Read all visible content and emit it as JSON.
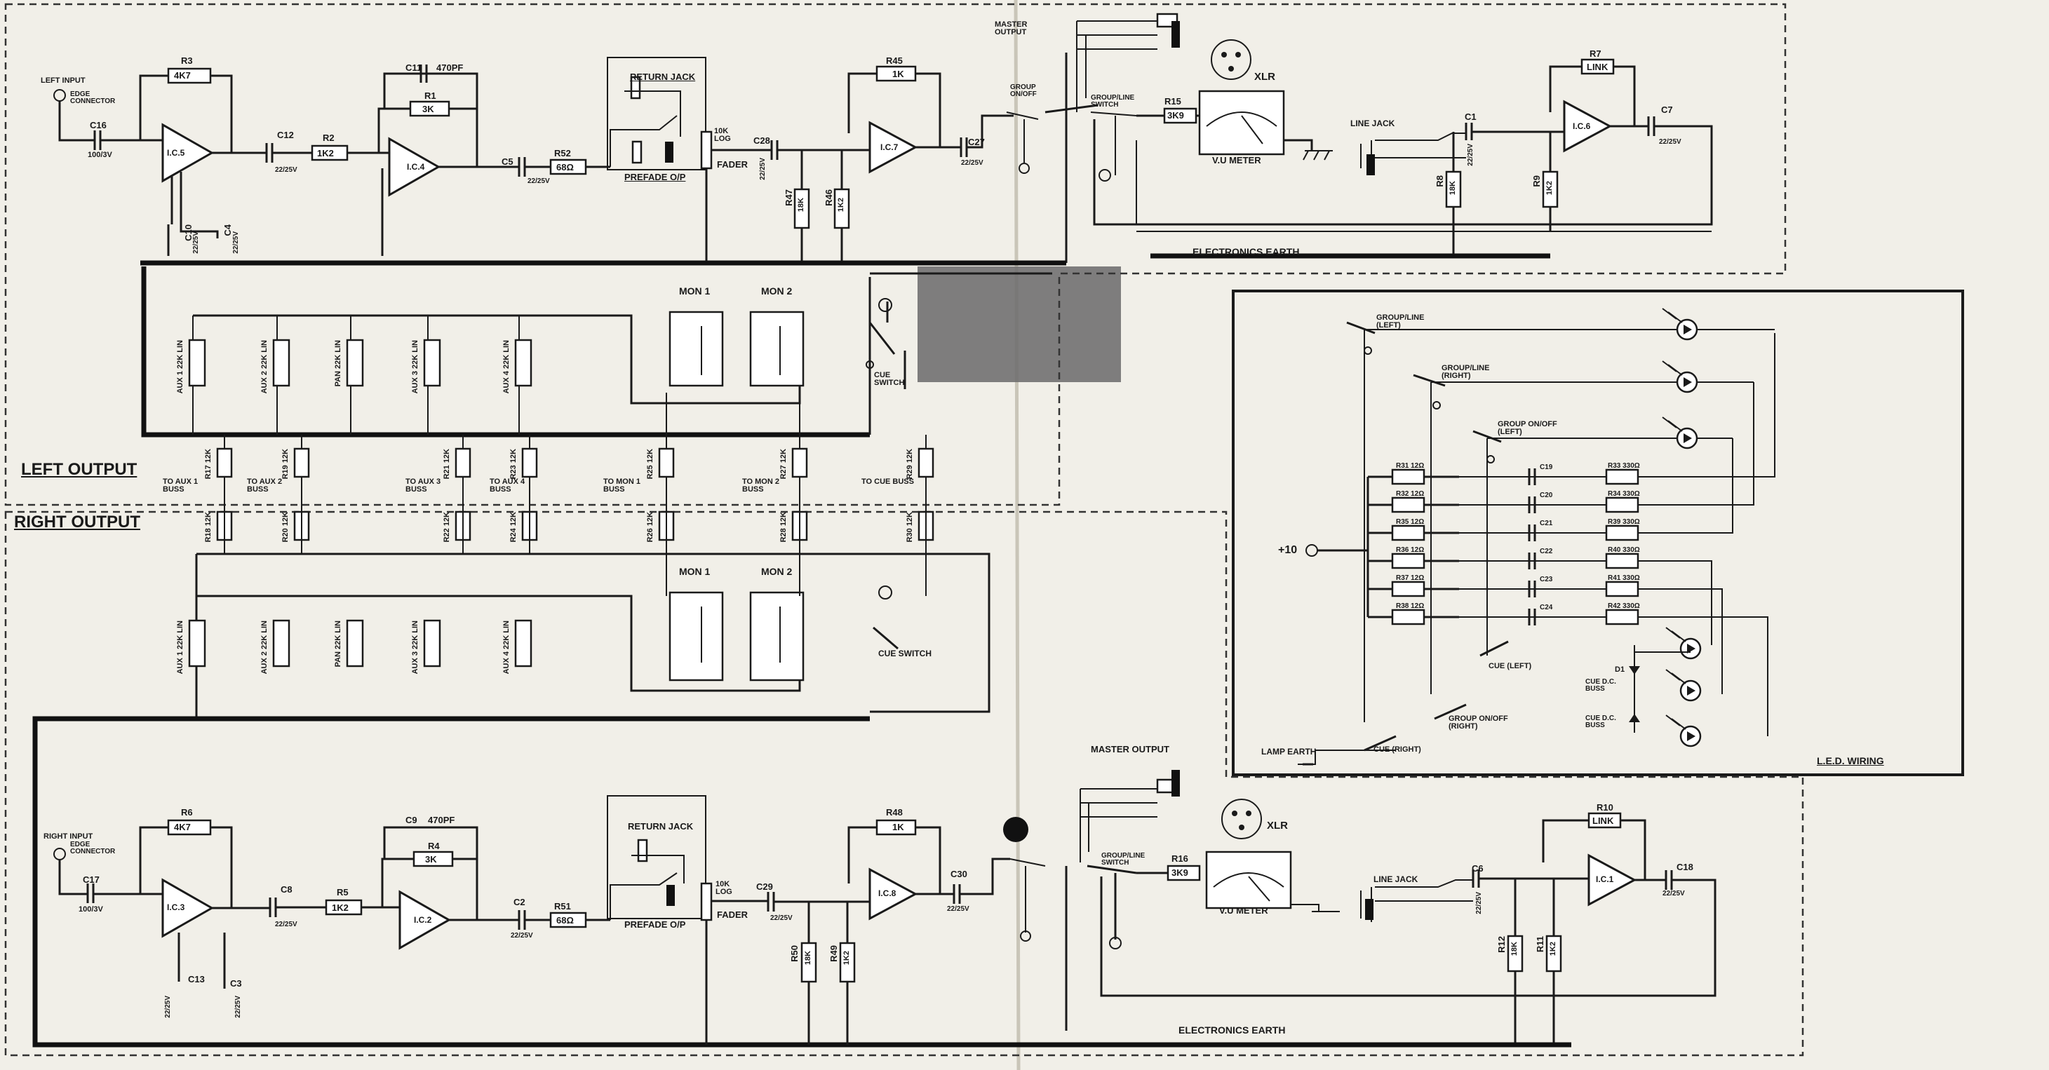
{
  "section_labels": {
    "left_output": "LEFT OUTPUT",
    "right_output": "RIGHT OUTPUT",
    "electronics_earth_top": "ELECTRONICS EARTH",
    "electronics_earth_bottom": "ELECTRONICS EARTH",
    "led_wiring": "L.E.D. WIRING"
  },
  "left_channel": {
    "input": "LEFT INPUT",
    "edge": "EDGE CONNECTOR",
    "c_in": "C16",
    "c_in_val": "100/3v",
    "r_fb": "R3",
    "r_fb_val": "4K7",
    "ic_a": "I.C.5",
    "c10": "C10",
    "c10_val": "22/25v",
    "c4": "C4",
    "c4_val": "22/25v",
    "c12": "C12",
    "c12_val": "22/25v",
    "r2": "R2",
    "r2_val": "1K2",
    "c11": "C11",
    "c11_val": "470pF",
    "r1": "R1",
    "r1_val": "3K",
    "ic_b": "I.C.4",
    "c5": "C5",
    "c5_val": "22/25v",
    "r52": "R52",
    "r52_val": "68Ω",
    "return_jack": "RETURN JACK",
    "prefade": "PREFADE O/P",
    "fader_pot": "10K LOG",
    "fader": "FADER",
    "c28": "C28",
    "c28_val": "22/25v",
    "r45": "R45",
    "r45_val": "1K",
    "ic_c": "I.C.7",
    "r47": "R47",
    "r47_val": "18K",
    "r46": "R46",
    "r46_val": "1K2",
    "c27": "C27",
    "c27_val": "22/25v",
    "master_output": "MASTER OUTPUT",
    "group_onoff": "GROUP ON/OFF",
    "group_line": "GROUP/LINE SWITCH",
    "r15": "R15",
    "r15_val": "3K9",
    "xlr": "XLR",
    "vu": "V.U METER",
    "line_jack": "LINE JACK",
    "c1": "C1",
    "c1_val": "22/25v",
    "r8": "R8",
    "r8_val": "18K",
    "r9": "R9",
    "r9_val": "1K2",
    "r7": "R7",
    "r7_val": "LINK",
    "ic_d": "I.C.6",
    "c7": "C7",
    "c7_val": "22/25v"
  },
  "right_channel": {
    "input": "RIGHT INPUT",
    "edge": "EDGE CONNECTOR",
    "c_in": "C17",
    "c_in_val": "100/3v",
    "r_fb": "R6",
    "r_fb_val": "4K7",
    "ic_a": "I.C.3",
    "c13": "C13",
    "c13_val": "22/25v",
    "c3": "C3",
    "c3_val": "22/25v",
    "c8": "C8",
    "c8_val": "22/25v",
    "r5": "R5",
    "r5_val": "1K2",
    "c9": "C9",
    "c9_val": "470pF",
    "r4": "R4",
    "r4_val": "3K",
    "ic_b": "I.C.2",
    "c2": "C2",
    "c2_val": "22/25v",
    "r51": "R51",
    "r51_val": "68Ω",
    "return_jack": "RETURN JACK",
    "prefade": "PREFADE O/P",
    "fader_pot": "10K LOG",
    "fader": "FADER",
    "c29": "C29",
    "c29_val": "22/25v",
    "r48": "R48",
    "r48_val": "1K",
    "ic_c": "I.C.8",
    "r50": "R50",
    "r50_val": "18K",
    "r49": "R49",
    "r49_val": "1K2",
    "c30": "C30",
    "c30_val": "22/25v",
    "master_output": "MASTER OUTPUT",
    "group_line": "GROUP/LINE SWITCH",
    "r16": "R16",
    "r16_val": "3K9",
    "xlr": "XLR",
    "vu": "V.U METER",
    "line_jack": "LINE JACK",
    "c6": "C6",
    "c6_val": "22/25v",
    "r12": "R12",
    "r12_val": "18K",
    "r11": "R11",
    "r11_val": "1K2",
    "r10": "R10",
    "r10_val": "LINK",
    "ic_d": "I.C.1",
    "c18": "C18",
    "c18_val": "22/25v"
  },
  "pots_top": [
    "AUX 1 22K LIN",
    "AUX 2 22K LIN",
    "PAN 22K LIN",
    "AUX 3 22K LIN",
    "AUX 4 22K LIN"
  ],
  "pots_bottom": [
    "AUX 1 22K LIN",
    "AUX 2 22K LIN",
    "PAN 22K LIN",
    "AUX 3 22K LIN",
    "AUX 4 22K LIN"
  ],
  "mon_top": [
    "MON 1",
    "MON 2"
  ],
  "mon_bottom": [
    "MON 1",
    "MON 2"
  ],
  "cue_switch_top": "CUE SWITCH",
  "cue_switch_bottom": "CUE SWITCH",
  "buss_labels": [
    "TO AUX 1 BUSS",
    "TO AUX 2 BUSS",
    "TO AUX 3 BUSS",
    "TO AUX 4 BUSS",
    "TO MON 1 BUSS",
    "TO MON 2 BUSS",
    "TO CUE BUSS"
  ],
  "buss_res_top": [
    "R17 12K",
    "R19 12K",
    "R21 12K",
    "R23 12K",
    "R25 12K",
    "R27 12K",
    "R29 12K"
  ],
  "buss_res_bottom": [
    "R18 12K",
    "R20 12K",
    "R22 12K",
    "R24 12K",
    "R26 12K",
    "R28 12K",
    "R30 12K"
  ],
  "led": {
    "title": "L.E.D. WIRING",
    "supply": "+10",
    "lamp_earth": "LAMP EARTH",
    "switches": [
      "GROUP/LINE (LEFT)",
      "GROUP/LINE (RIGHT)",
      "GROUP ON/OFF (LEFT)",
      "CUE (LEFT)",
      "GROUP ON/OFF (RIGHT)",
      "CUE (RIGHT)"
    ],
    "res_left": [
      "R31 12Ω",
      "R32 12Ω",
      "R35 12Ω",
      "R36 12Ω",
      "R37 12Ω",
      "R38 12Ω"
    ],
    "caps": [
      "C19",
      "C20",
      "C21",
      "C22",
      "C23",
      "C24"
    ],
    "res_right": [
      "R33 330Ω",
      "R34 330Ω",
      "R39 330Ω",
      "R40 330Ω",
      "R41 330Ω",
      "R42 330Ω"
    ],
    "d1": "D1",
    "cue_dc_buss_1": "CUE D.C. BUSS",
    "cue_dc_buss_2": "CUE D.C. BUSS"
  }
}
